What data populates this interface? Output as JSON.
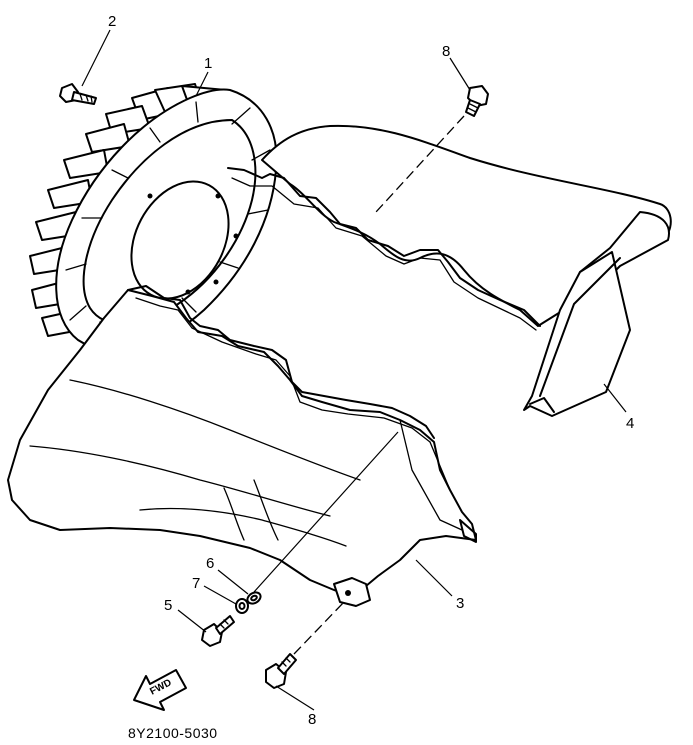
{
  "callouts": {
    "c1": "1",
    "c2": "2",
    "c3": "3",
    "c4": "4",
    "c5": "5",
    "c6": "6",
    "c7": "7",
    "c8_top": "8",
    "c8_bottom": "8"
  },
  "fwd_label": "FWD",
  "diagram_code": "8Y2100-5030"
}
